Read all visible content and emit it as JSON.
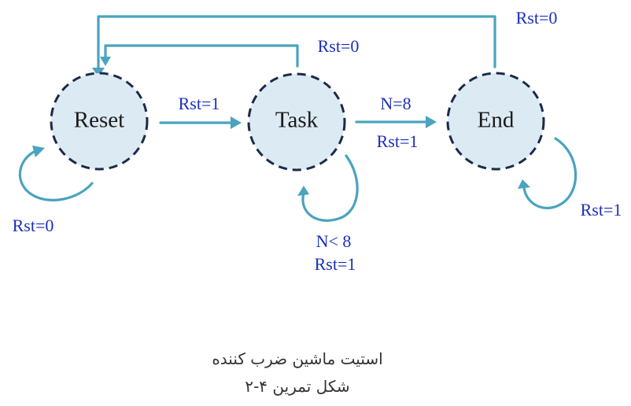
{
  "states": {
    "reset": "Reset",
    "task": "Task",
    "end": "End"
  },
  "edges": {
    "reset_self": "Rst=0",
    "reset_to_task": "Rst=1",
    "task_to_reset": "Rst=0",
    "end_to_reset": "Rst=0",
    "task_to_end_line1": "N=8",
    "task_to_end_line2": "Rst=1",
    "task_self_line1": "N< 8",
    "task_self_line2": "Rst=1",
    "end_self": "Rst=1"
  },
  "caption": {
    "line1": "استیت ماشین ضرب کننده",
    "line2": "شکل تمرین ۴-۲"
  },
  "colors": {
    "state_fill": "#dcebf3",
    "state_border": "#1b2a4a",
    "edge": "#4aa3bf",
    "edge_label": "#1a2fb8"
  }
}
